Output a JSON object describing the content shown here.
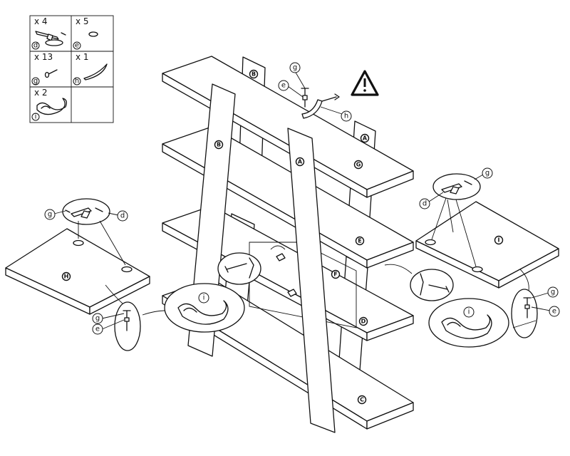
{
  "parts_table": [
    {
      "qty": "x 4",
      "label": "d"
    },
    {
      "qty": "x 5",
      "label": "e"
    },
    {
      "qty": "x 13",
      "label": "g"
    },
    {
      "qty": "x 1",
      "label": "h"
    },
    {
      "qty": "x 2",
      "label": "i"
    }
  ],
  "panels": {
    "ladder_left": "B",
    "ladder_right": "A",
    "top_back_left": "B",
    "top_back_right": "A",
    "shelf_2": "G",
    "shelf_3": "E",
    "shelf_4": "F",
    "shelf_5": "D",
    "shelf_bottom": "C",
    "loose_left": "H",
    "loose_right": "I"
  },
  "callouts": {
    "top_g": "g",
    "top_e": "e",
    "top_h": "h",
    "left_g": "g",
    "left_d": "d",
    "left_low_g": "g",
    "left_low_e": "e",
    "left_i": "i",
    "right_g": "g",
    "right_d": "d",
    "right_low_g": "g",
    "right_low_e": "e",
    "right_i": "i"
  },
  "warning_icon": "warning-triangle-icon"
}
